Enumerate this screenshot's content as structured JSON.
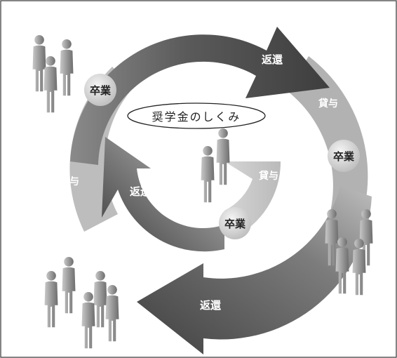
{
  "diagram": {
    "title": "奨学金のしくみ",
    "labels": {
      "repay": "返還",
      "lend": "貸与",
      "graduate": "卒業"
    },
    "colors": {
      "background": "#ffffff",
      "frame": "#333333",
      "outer_ring": "#b4b4b4",
      "dark_arrow": "#4a4a4a",
      "figure": "#9a9a9a",
      "badge": "#d6d6d6",
      "label_light": "#ffffff",
      "label_dark": "#222222"
    }
  }
}
